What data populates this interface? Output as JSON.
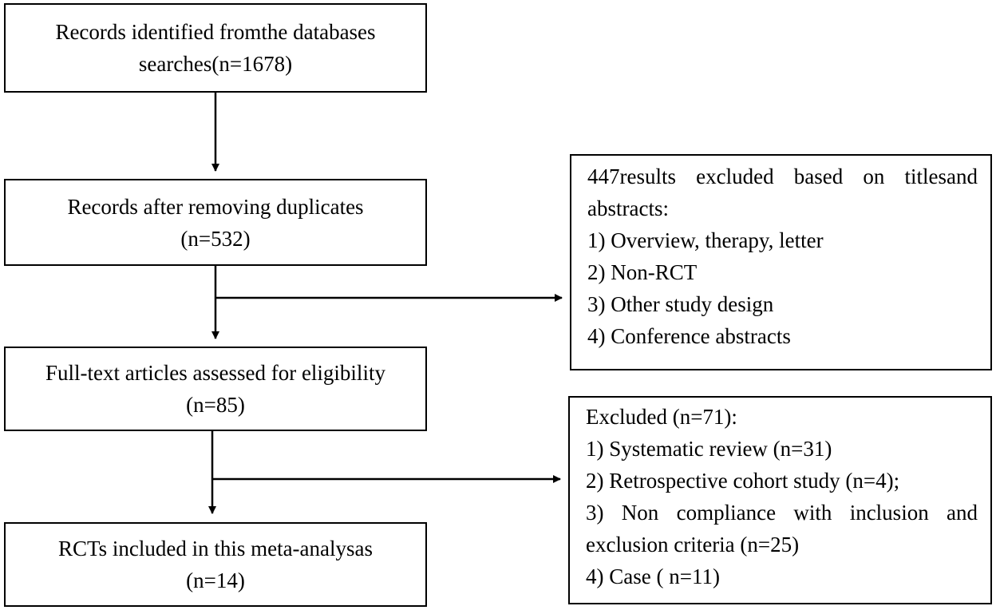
{
  "boxes": {
    "identified": {
      "line1": "Records identified fromthe databases",
      "line2": "searches(n=1678)"
    },
    "after_duplicates": {
      "line1": "Records after removing duplicates",
      "line2": "(n=532)"
    },
    "full_text": {
      "line1": "Full-text articles assessed for eligibility",
      "line2": "(n=85)"
    },
    "included": {
      "line1": "RCTs included in this meta-analysas",
      "line2": "(n=14)"
    },
    "excluded_titles": {
      "heading_line1": "447results excluded based on titlesand",
      "heading_line2": "abstracts:",
      "items": [
        "1) Overview, therapy, letter",
        "2) Non-RCT",
        "3) Other study design",
        "4) Conference abstracts"
      ]
    },
    "excluded_fulltext": {
      "heading": "Excluded (n=71):",
      "items": [
        "1) Systematic review (n=31)",
        "2) Retrospective cohort study (n=4);",
        "3) Non compliance with inclusion and",
        "exclusion criteria (n=25)",
        "4) Case ( n=11)"
      ]
    }
  }
}
